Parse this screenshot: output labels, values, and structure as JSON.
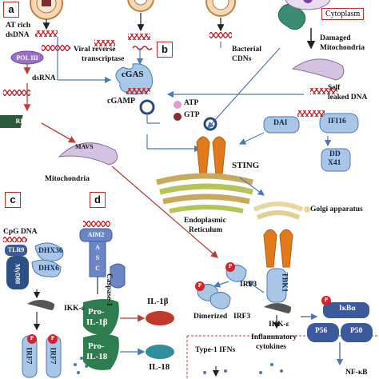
{
  "panels": {
    "a": "a",
    "b": "b",
    "c": "c",
    "d": "d"
  },
  "cytoplasm_label": "Cytoplasm",
  "labels": {
    "at_rich": "AT rich",
    "dsdna": "dsDNA",
    "pol3": "POL III",
    "dsrna": "dsRNA",
    "rig1": "RIG-I",
    "mavs": "MAVS",
    "mitochondria": "Mitochondria",
    "viral_rt_1": "Viral reverse",
    "viral_rt_2": "transcriptase",
    "bacterial_1": "Bacterial",
    "bacterial_2": "CDNs",
    "damaged_1": "Damaged",
    "damaged_2": "Mitochondria",
    "self_leaked_1": "Self",
    "self_leaked_2": "leaked DNA",
    "cgas": "cGAS",
    "cgamp": "cGAMP",
    "atp": "ATP",
    "gtp": "GTP",
    "dai": "DAI",
    "ifi16": "IFI16",
    "ddx41_1": "DD",
    "ddx41_2": "X41",
    "sting": "STING",
    "er_1": "Endoplasmic",
    "er_2": "Reticulum",
    "golgi": "Golgi apparatus",
    "cpg_dna": "CpG DNA",
    "tlr9": "TLR9",
    "myd88": "MyD88",
    "dhx36": "DHX36",
    "dhx6": "DHX6",
    "ikk_e_left": "IKK-ε",
    "irf7_a": "IRF7",
    "irf7_b": "IRF7",
    "aim2": "AIM2",
    "asc_a": "A",
    "asc_s": "S",
    "asc_c": "C",
    "caspase1": "Caspase-1",
    "pro_il1b_1": "Pro-",
    "pro_il1b_2": "IL-1β",
    "pro_il18_1": "Pro-",
    "pro_il18_2": "IL-18",
    "il1b": "IL-1β",
    "il18": "IL-18",
    "irf3": "IRF3",
    "dimerized": "Dimerized",
    "dimer_irf3": "IRF3",
    "tbk1": "TBK1",
    "ikk_e_right": "IKK-ε",
    "ikba": "IκBα",
    "p56": "P56",
    "p50": "P50",
    "nfkb": "NF-κB",
    "type1_ifns": "Type-1 IFNs",
    "inflam_1": "Inflammatory",
    "inflam_2": "cytokines",
    "p": "P"
  },
  "colors": {
    "arrow_red": "#b5403a",
    "arrow_blue": "#4a7ab5",
    "green": "#2e7d4f",
    "sting_orange": "#e07a1a",
    "aim2_blue": "#6b86c4",
    "tlr9_blue": "#3a5a9c",
    "myd88": "#2c4f86",
    "light_blue": "#a9c6e6",
    "il18_teal": "#2f8d9c",
    "il1b_red": "#c0392b",
    "p_red": "#d3232b"
  },
  "icons": [
    "virus-icon",
    "bacterium-icon",
    "mitochondrion-icon",
    "dna-icon",
    "er-icon",
    "golgi-icon"
  ]
}
